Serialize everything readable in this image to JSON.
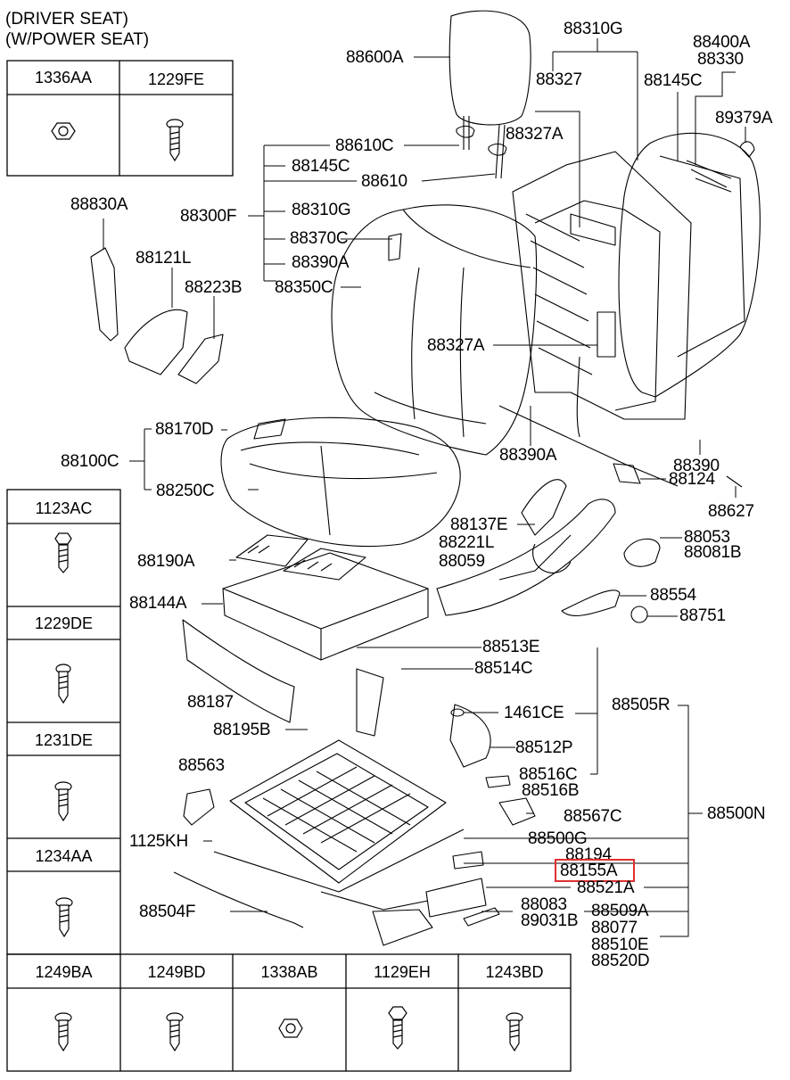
{
  "header": {
    "line1": "(DRIVER SEAT)",
    "line2": "(W/POWER SEAT)"
  },
  "highlight_color": "#e03030",
  "highlighted_part": "88155A",
  "fastener_tables": {
    "top": [
      "1336AA",
      "1229FE"
    ],
    "left": [
      "1123AC",
      "1229DE",
      "1231DE",
      "1234AA"
    ],
    "bottom": [
      "1249BA",
      "1249BD",
      "1338AB",
      "1129EH",
      "1243BD"
    ]
  },
  "labels": {
    "p88600A": "88600A",
    "p88310G_top": "88310G",
    "p88400A": "88400A",
    "p88330": "88330",
    "p88327": "88327",
    "p88145C_r": "88145C",
    "p89379A": "89379A",
    "p88327A_top": "88327A",
    "p88610C": "88610C",
    "p88145C": "88145C",
    "p88610": "88610",
    "p88830A": "88830A",
    "p88300F": "88300F",
    "p88310G": "88310G",
    "p88370C": "88370C",
    "p88121L": "88121L",
    "p88390A_l": "88390A",
    "p88223B": "88223B",
    "p88350C": "88350C",
    "p88327A_mid": "88327A",
    "p88170D": "88170D",
    "p88100C": "88100C",
    "p88390A": "88390A",
    "p88390": "88390",
    "p88124": "88124",
    "p88250C": "88250C",
    "p88627": "88627",
    "p88137E": "88137E",
    "p88221L": "88221L",
    "p88053": "88053",
    "p88190A": "88190A",
    "p88059": "88059",
    "p88081B": "88081B",
    "p88554": "88554",
    "p88144A": "88144A",
    "p88751": "88751",
    "p88513E": "88513E",
    "p88514C": "88514C",
    "p88187": "88187",
    "p1461CE": "1461CE",
    "p88505R": "88505R",
    "p88195B": "88195B",
    "p88512P": "88512P",
    "p88563": "88563",
    "p88516C": "88516C",
    "p88516B": "88516B",
    "p88567C": "88567C",
    "p88500N": "88500N",
    "p1125KH": "1125KH",
    "p88500G": "88500G",
    "p88194": "88194",
    "p88155A": "88155A",
    "p88521A": "88521A",
    "p88504F": "88504F",
    "p88083": "88083",
    "p88509A": "88509A",
    "p89031B": "89031B",
    "p88077": "88077",
    "p88510E": "88510E",
    "p88520D": "88520D"
  }
}
